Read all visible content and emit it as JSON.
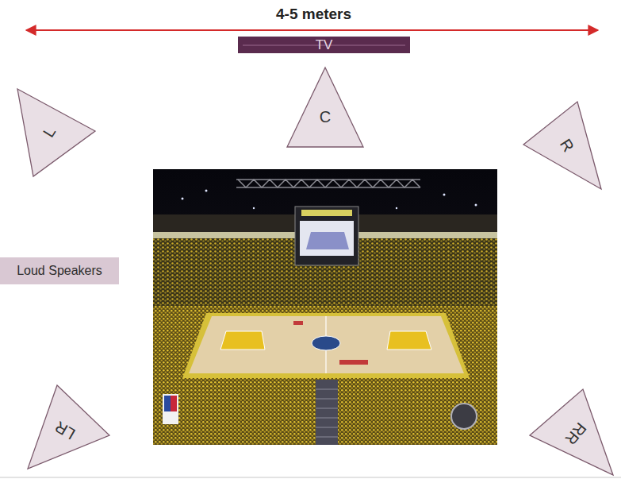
{
  "diagram": {
    "nodes": [
      {
        "text": [
          "TV"
        ]
      },
      {
        "text": [
          "L"
        ]
      },
      {
        "text": [
          "C"
        ]
      },
      {
        "text": [
          "R"
        ]
      },
      {
        "text": [
          "Loud Speakers"
        ]
      },
      {
        "text": [
          "LR"
        ]
      },
      {
        "text": [
          "RR"
        ]
      }
    ],
    "labels": [
      "4-5 meters"
    ]
  }
}
